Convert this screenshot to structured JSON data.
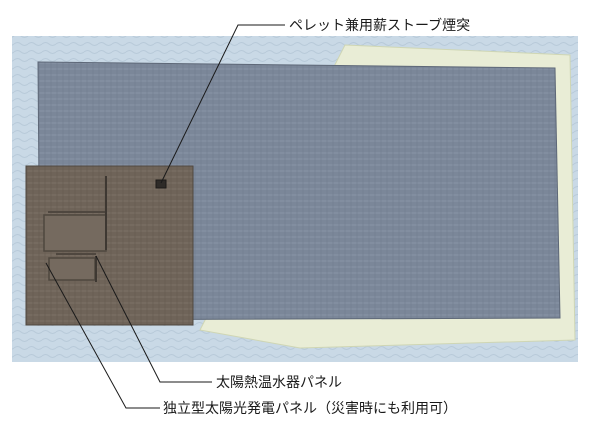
{
  "labels": {
    "chimney": "ペレット兼用薪ストーブ煙突",
    "solar_water_heater": "太陽熱温水器パネル",
    "pv_panel": "独立型太陽光発電パネル（災害時にも利用可）"
  },
  "colors": {
    "photo_background": "#c9d9e6",
    "ground_sheet": "#e9edd6",
    "main_roof": "#7b8799",
    "lower_roof": "#6f6459",
    "panel_edge": "#4f473f",
    "chimney": "#2e2b28",
    "leader_line": "#1a1a1a"
  }
}
